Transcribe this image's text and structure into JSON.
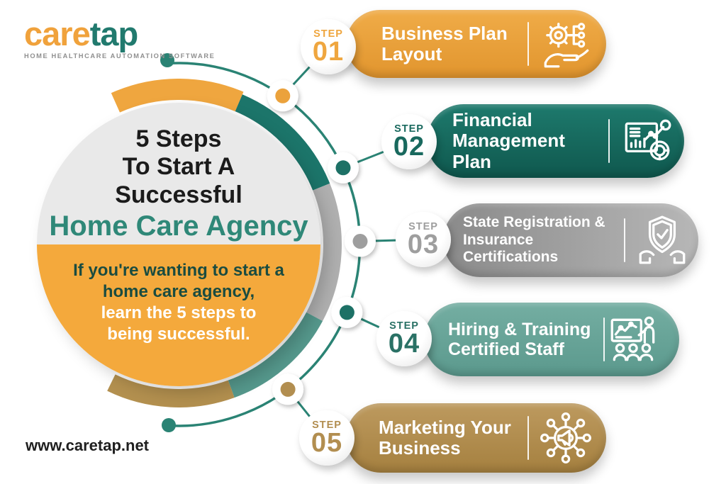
{
  "logo": {
    "part1": "care",
    "part2": "tap",
    "tagline": "HOME HEALTHCARE AUTOMATION SOFTWARE"
  },
  "center": {
    "title_lines": [
      "5 Steps",
      "To Start A",
      "Successful"
    ],
    "title_highlight": "Home Care Agency",
    "body_dark_lines": [
      "If you're wanting to start a",
      "home care agency,"
    ],
    "body_light_lines": [
      "learn the 5 steps to",
      "being successful."
    ]
  },
  "footer": {
    "website": "www.caretap.net"
  },
  "steps": [
    {
      "step_label": "STEP",
      "number": "01",
      "lines": [
        "Business Plan",
        "Layout",
        ""
      ],
      "color": "#EBA23C",
      "dot_color": "#EBA23C",
      "icon": "gear-hand-network-icon"
    },
    {
      "step_label": "STEP",
      "number": "02",
      "lines": [
        "Financial",
        "Management Plan",
        ""
      ],
      "color": "#17685E",
      "dot_color": "#1D7166",
      "icon": "analytics-board-gear-icon"
    },
    {
      "step_label": "STEP",
      "number": "03",
      "lines": [
        "State Registration &",
        "Insurance",
        "Certifications"
      ],
      "color": "#9E9E9E",
      "dot_color": "#9E9E9E",
      "icon": "shield-check-hands-icon"
    },
    {
      "step_label": "STEP",
      "number": "04",
      "lines": [
        "Hiring & Training",
        "Certified Staff",
        ""
      ],
      "color": "#69A69A",
      "dot_color": "#1D7166",
      "icon": "training-presentation-icon"
    },
    {
      "step_label": "STEP",
      "number": "05",
      "lines": [
        "Marketing Your",
        "Business",
        ""
      ],
      "color": "#B28E50",
      "dot_color": "#B28E50",
      "icon": "megaphone-network-icon"
    }
  ],
  "theme": {
    "arc_color": "#2A8374",
    "circle_top_color": "#E9E9E9",
    "circle_bottom_color": "#F4A93C",
    "title_color": "#1B1B1B",
    "highlight_color": "#2F8878",
    "body_dark_color": "#1A4C40",
    "ring_colors": [
      "#EFA63F",
      "#1C756A",
      "#B0B0B0",
      "#55988C",
      "#B3904F"
    ]
  }
}
